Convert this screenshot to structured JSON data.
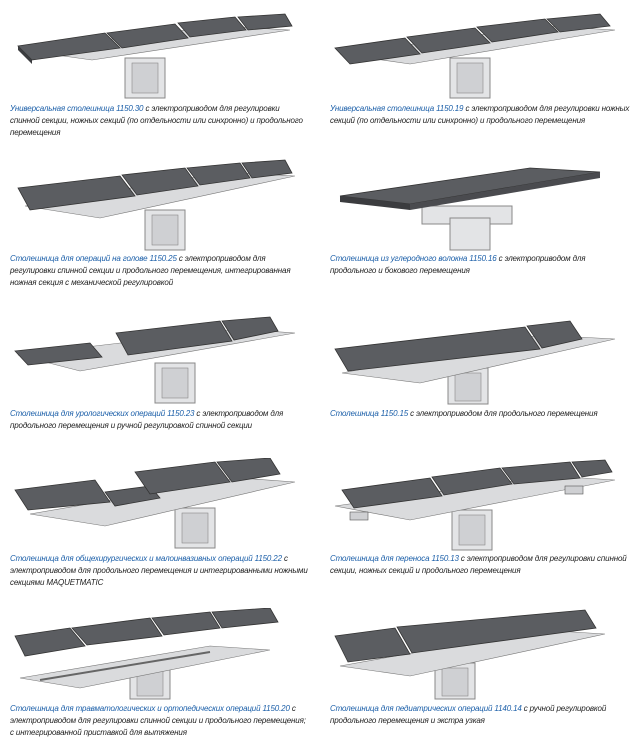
{
  "items": [
    {
      "model": "1150.30",
      "title": "Универсальная столешница 1150.30",
      "description": " с электроприводом для регулировки спинной секции, ножных секций (по отдельности или синхронно) и продольного перемещения"
    },
    {
      "model": "1150.19",
      "title": "Универсальная столешница 1150.19",
      "description": " с электроприводом для регулировки ножных секций (по отдельности или синхронно) и продольного перемещения"
    },
    {
      "model": "1150.25",
      "title": "Столешница для операций на голове 1150.25",
      "description": " с электроприводом для регулировки спинной секции и продольного перемещения, интегрированная ножная секция с механической регулировкой"
    },
    {
      "model": "1150.16",
      "title": "Столешница из углеродного волокна 1150.16",
      "description": " с электроприводом для продольного и бокового перемещения"
    },
    {
      "model": "1150.23",
      "title": "Столешница для урологических операций 1150.23",
      "description": " с электроприводом для продольного перемещения и ручной регулировкой спинной секции"
    },
    {
      "model": "1150.15",
      "title": "Столешница 1150.15",
      "description": " с электроприводом для продольного перемещения"
    },
    {
      "model": "1150.22",
      "title": "Столешница для общехирургических и малоинвазивных операций 1150.22",
      "description": " с электроприводом для продольного перемещения и интегрированными ножными секциями MAQUETMATIC"
    },
    {
      "model": "1150.13",
      "title": "Столешница для переноса 1150.13",
      "description": " с электроприводом для регулировки спинной секции, ножных секций и продольного перемещения"
    },
    {
      "model": "1150.20",
      "title": "Столешница для травматологических и ортопедических операций 1150.20",
      "description": " с электроприводом для регулировки спинной секции и продольного перемещения; с интегрированной приставкой для вытяжения"
    },
    {
      "model": "1140.14",
      "title": "Столешница для педиатрических операций 1140.14",
      "description": " с ручной регулировкой продольного перемещения и экстра узкая"
    }
  ],
  "colors": {
    "title": "#1a5ea8",
    "text": "#222222",
    "pad": "#5b5d61",
    "pad_top": "#6b6d71",
    "frame": "#d9dadc"
  }
}
